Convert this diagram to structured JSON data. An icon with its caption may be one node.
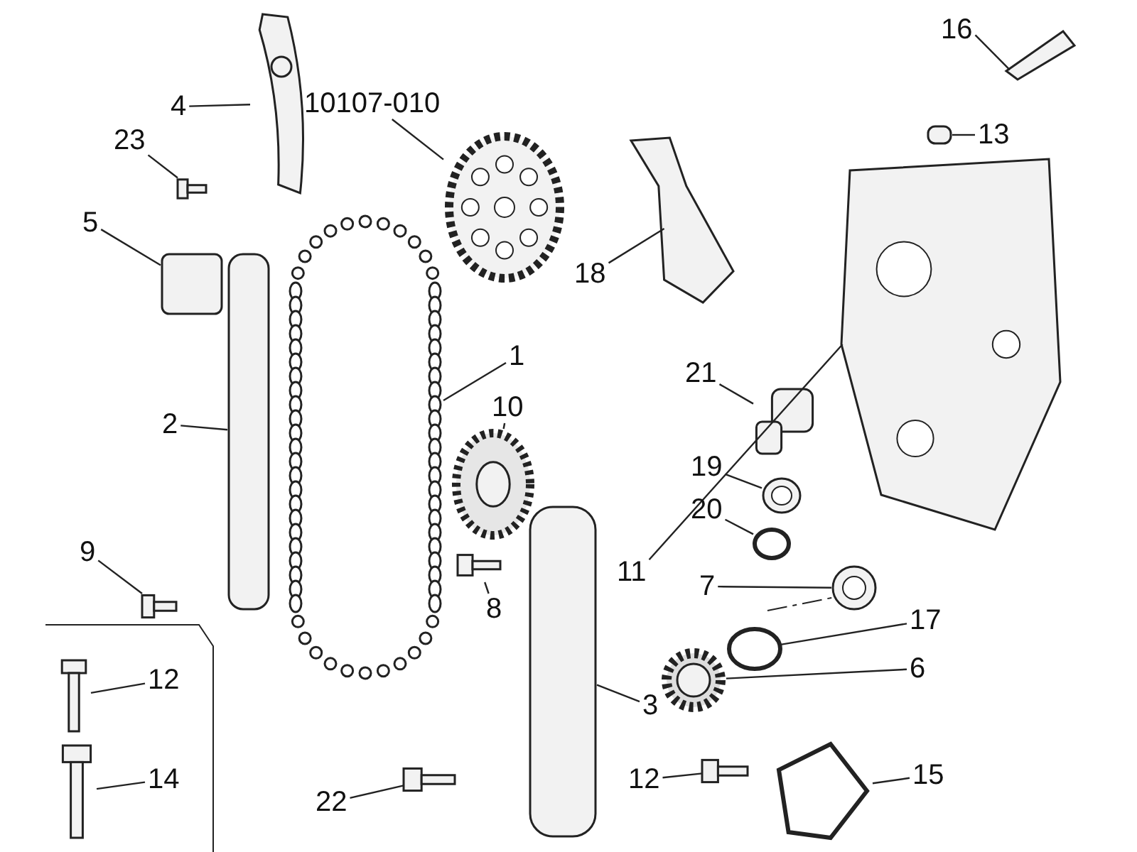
{
  "diagram": {
    "nodes": [
      {
        "text": [
          "4"
        ]
      },
      {
        "text": [],
        "shape": "picture"
      },
      {
        "text": [
          "23"
        ]
      },
      {
        "text": [],
        "shape": "picture"
      },
      {
        "text": [
          "10107-010"
        ]
      },
      {
        "text": [],
        "shape": "picture"
      },
      {
        "text": [
          "16"
        ]
      },
      {
        "text": [],
        "shape": "picture"
      },
      {
        "text": [
          "13"
        ]
      },
      {
        "text": [],
        "shape": "box"
      },
      {
        "text": [
          "5"
        ]
      },
      {
        "text": [],
        "shape": "box"
      },
      {
        "text": [
          "18"
        ]
      },
      {
        "text": [],
        "shape": "picture"
      },
      {
        "text": [
          "1"
        ]
      },
      {
        "text": [],
        "shape": "picture"
      },
      {
        "text": [
          "21"
        ]
      },
      {
        "text": [],
        "shape": "picture"
      },
      {
        "text": [
          "10"
        ]
      },
      {
        "text": [],
        "shape": "picture"
      },
      {
        "text": [
          "2"
        ]
      },
      {
        "text": [],
        "shape": "bar"
      },
      {
        "text": [
          "19"
        ]
      },
      {
        "text": [],
        "shape": "picture"
      },
      {
        "text": [
          "20"
        ]
      },
      {
        "text": [],
        "shape": "circle"
      },
      {
        "text": [
          "9"
        ]
      },
      {
        "text": [],
        "shape": "picture"
      },
      {
        "text": [
          "11"
        ]
      },
      {
        "text": [],
        "shape": "picture"
      },
      {
        "text": [
          "7"
        ]
      },
      {
        "text": [],
        "shape": "picture"
      },
      {
        "text": [
          "8"
        ]
      },
      {
        "text": [],
        "shape": "picture"
      },
      {
        "text": [
          "17"
        ]
      },
      {
        "text": [],
        "shape": "circle"
      },
      {
        "text": [
          "12"
        ]
      },
      {
        "text": [],
        "shape": "picture"
      },
      {
        "text": [
          "6"
        ]
      },
      {
        "text": [],
        "shape": "picture"
      },
      {
        "text": [
          "3"
        ]
      },
      {
        "text": [],
        "shape": "bar"
      },
      {
        "text": [
          "14"
        ]
      },
      {
        "text": [],
        "shape": "picture"
      },
      {
        "text": [
          "22"
        ]
      },
      {
        "text": [],
        "shape": "picture"
      },
      {
        "text": [
          "12"
        ]
      },
      {
        "text": [],
        "shape": "picture"
      },
      {
        "text": [
          "15"
        ]
      },
      {
        "text": [],
        "shape": "picture"
      }
    ],
    "edges": [
      {
        "from": 0,
        "to": 1,
        "arrow": "none"
      },
      {
        "from": 2,
        "to": 3,
        "arrow": "none"
      },
      {
        "from": 4,
        "to": 5,
        "arrow": "none"
      },
      {
        "from": 6,
        "to": 7,
        "arrow": "none"
      },
      {
        "from": 8,
        "to": 9,
        "arrow": "none"
      },
      {
        "from": 10,
        "to": 11,
        "arrow": "none"
      },
      {
        "from": 12,
        "to": 13,
        "arrow": "none"
      },
      {
        "from": 14,
        "to": 15,
        "arrow": "none"
      },
      {
        "from": 16,
        "to": 17,
        "arrow": "none"
      },
      {
        "from": 18,
        "to": 19,
        "arrow": "none"
      },
      {
        "from": 20,
        "to": 21,
        "arrow": "none"
      },
      {
        "from": 22,
        "to": 23,
        "arrow": "none"
      },
      {
        "from": 24,
        "to": 25,
        "arrow": "none"
      },
      {
        "from": 26,
        "to": 27,
        "arrow": "none"
      },
      {
        "from": 28,
        "to": 29,
        "arrow": "none"
      },
      {
        "from": 30,
        "to": 31,
        "arrow": "none"
      },
      {
        "from": 32,
        "to": 33,
        "arrow": "none"
      },
      {
        "from": 34,
        "to": 35,
        "arrow": "none"
      },
      {
        "from": 36,
        "to": 37,
        "arrow": "none"
      },
      {
        "from": 38,
        "to": 39,
        "arrow": "none"
      },
      {
        "from": 40,
        "to": 41,
        "arrow": "none"
      },
      {
        "from": 42,
        "to": 43,
        "arrow": "none"
      },
      {
        "from": 44,
        "to": 45,
        "arrow": "none"
      },
      {
        "from": 46,
        "to": 47,
        "arrow": "none"
      },
      {
        "from": 48,
        "to": 49,
        "arrow": "none"
      }
    ]
  }
}
